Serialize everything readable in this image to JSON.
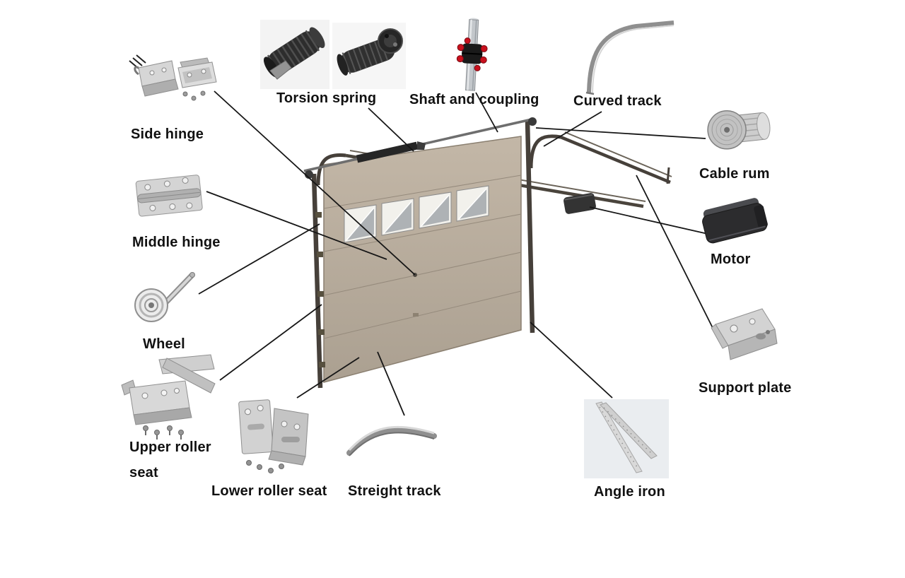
{
  "diagram": {
    "background_color": "#ffffff",
    "labels": {
      "side_hinge": "Side hinge",
      "torsion_spring": "Torsion spring",
      "shaft_and_coupling": "Shaft and coupling",
      "curved_track": "Curved track",
      "cable_rum": "Cable rum",
      "middle_hinge": "Middle hinge",
      "motor": "Motor",
      "wheel": "Wheel",
      "support_plate": "Support plate",
      "upper_roller_seat": "Upper roller seat",
      "lower_roller_seat": "Lower roller seat",
      "streight_track": "Streight track",
      "angle_iron": "Angle iron"
    },
    "colors": {
      "label_text": "#111111",
      "leader_line": "#161616",
      "door_panel": "#b6a998",
      "track": "#46403a",
      "angle_iron_tile_bg": "#eaedf0",
      "coupling_knob": "#c9101d"
    }
  }
}
